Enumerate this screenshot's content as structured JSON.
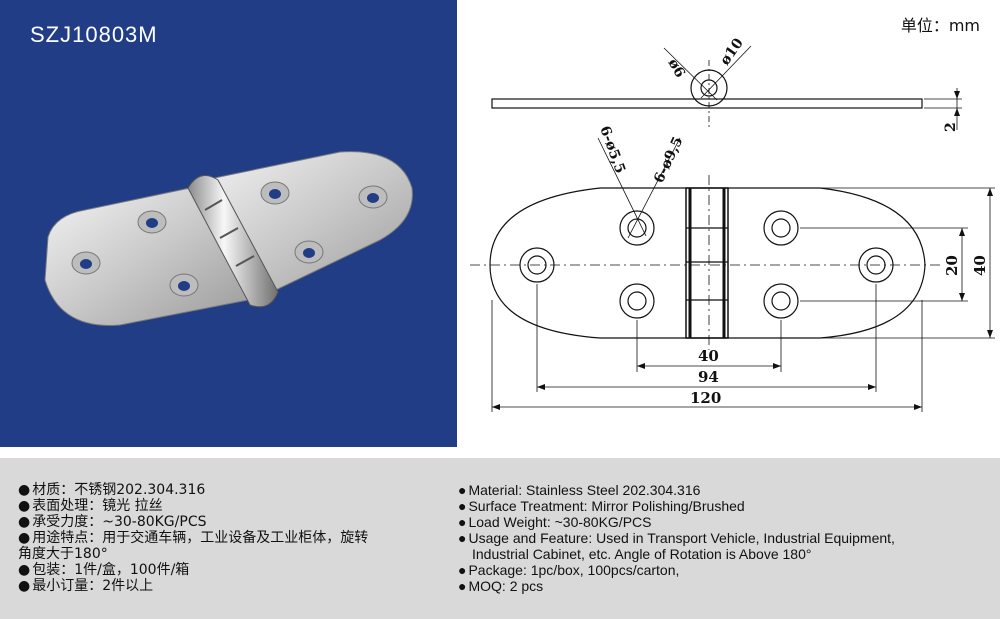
{
  "product": {
    "model": "SZJ10803M"
  },
  "drawing": {
    "unit": "单位：mm",
    "dims": {
      "hole_small": "ø6",
      "hole_large": "ø10",
      "thickness": "2",
      "holes_through": "6-ø5,5",
      "holes_counter": "6-ø9,5",
      "hole_spacing": "40",
      "outer_hole_spacing": "94",
      "total_length": "120",
      "inner_width": "20",
      "total_width": "40"
    }
  },
  "specs_cn": [
    "材质：不锈钢202.304.316",
    "表面处理：镜光 拉丝",
    "承受力度：~30-80KG/PCS",
    "用途特点：用于交通车辆，工业设备及工业柜体，旋转",
    "角度大于180°",
    "包装：1件/盒，100件/箱",
    "最小订量：2件以上"
  ],
  "specs_en": [
    "Material: Stainless Steel 202.304.316",
    "Surface Treatment: Mirror Polishing/Brushed",
    "Load Weight: ~30-80KG/PCS",
    "Usage and Feature: Used in Transport Vehicle, Industrial Equipment,",
    "Industrial Cabinet, etc. Angle of Rotation is Above 180°",
    "Package: 1pc/box, 100pcs/carton,",
    "MOQ: 2 pcs"
  ],
  "bullet": "●"
}
